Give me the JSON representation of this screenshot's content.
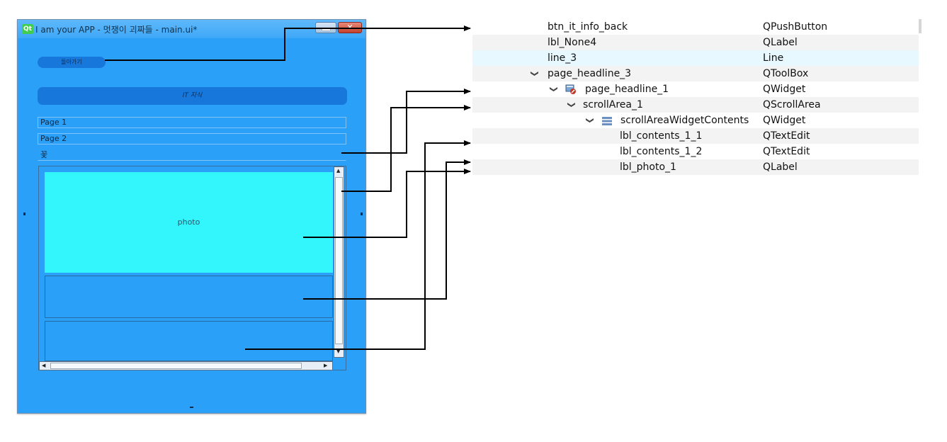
{
  "window": {
    "logo": "Qt",
    "title": "I am your APP - 멋쟁이 괴짜들 - main.ui*",
    "close_glyph": "✕"
  },
  "form": {
    "back_button_label": "돌아가기",
    "it_button_label": "IT 지식",
    "toolbox_pages": [
      "Page 1",
      "Page 2",
      "꽃"
    ],
    "photo_label": "photo"
  },
  "tree": {
    "rows": [
      {
        "name": "btn_it_info_back",
        "class": "QPushButton"
      },
      {
        "name": "lbl_None4",
        "class": "QLabel"
      },
      {
        "name": "line_3",
        "class": "Line"
      },
      {
        "name": "page_headline_3",
        "class": "QToolBox"
      },
      {
        "name": "page_headline_1",
        "class": "QWidget"
      },
      {
        "name": "scrollArea_1",
        "class": "QScrollArea"
      },
      {
        "name": "scrollAreaWidgetContents",
        "class": "QWidget"
      },
      {
        "name": "lbl_contents_1_1",
        "class": "QTextEdit"
      },
      {
        "name": "lbl_contents_1_2",
        "class": "QTextEdit"
      },
      {
        "name": "lbl_photo_1",
        "class": "QLabel"
      }
    ],
    "chevron_glyph": "❯"
  },
  "colors": {
    "window_bg": "#2aa0f8",
    "button_bg": "#1877db",
    "photo_bg": "#33f6fd",
    "selected_row": "#e7f8ff"
  }
}
